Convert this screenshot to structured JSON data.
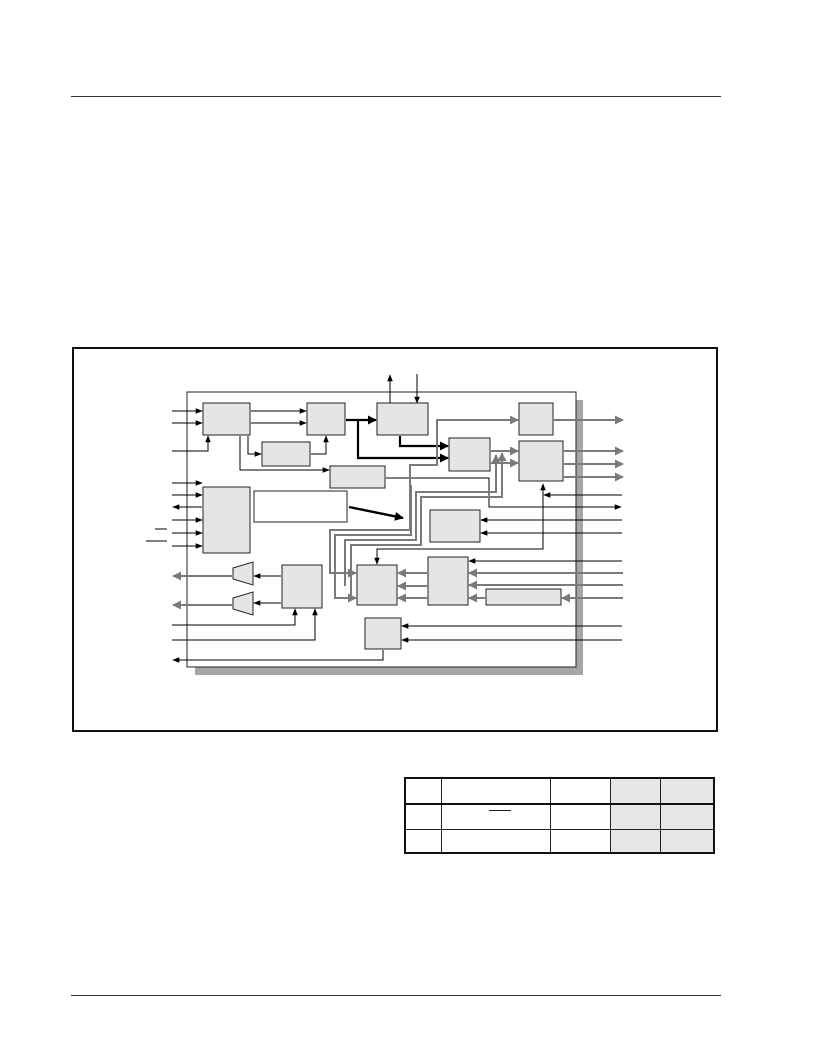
{
  "page": {
    "header_rule": true,
    "footer_rule": true
  },
  "figure": {
    "colors": {
      "block_fill": "#e5e5e5",
      "block_stroke": "#222222",
      "shadow": "#a6a6a6",
      "gray_path": "#7a7a7a",
      "black_path": "#000000"
    },
    "blocks": [
      "b1",
      "b2",
      "b3",
      "b4",
      "b5",
      "b6",
      "b7",
      "b8",
      "b9",
      "b10",
      "b11",
      "b12",
      "b13",
      "b14"
    ],
    "note_box": true
  },
  "table": {
    "header": [
      "",
      "",
      "",
      "",
      ""
    ],
    "rows": [
      [
        "",
        "",
        "",
        "",
        ""
      ],
      [
        "",
        "",
        "",
        "",
        ""
      ]
    ],
    "shaded_columns": [
      3,
      4
    ],
    "overbar_cell": "row1-col1"
  }
}
